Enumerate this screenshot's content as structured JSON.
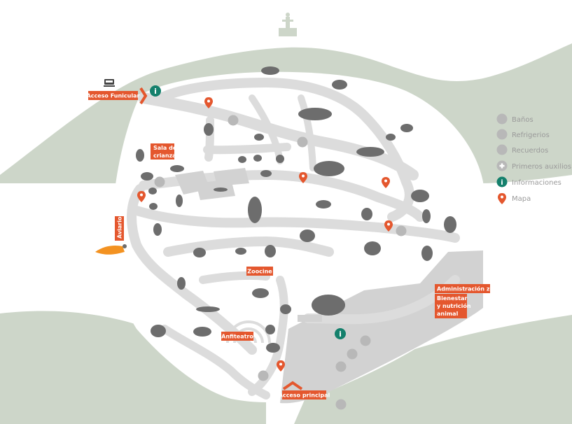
{
  "colors": {
    "hill": "#cdd6c9",
    "road": "#dcdcdc",
    "building": "#d2d2d2",
    "animal": "#6d6d6d",
    "accent": "#e4572e",
    "info": "#14806c",
    "service": "#b8b8b8"
  },
  "labels": {
    "funicular": "Acceso Funicular",
    "sala1": "Sala de",
    "sala2": "crianza",
    "aviario": "Aviario",
    "zoocine": "Zoocine",
    "anfiteatro": "Anfiteatro",
    "admin1": "Administración zoo",
    "admin2": "Bienestar",
    "admin3": "y nutrición",
    "admin4": "animal",
    "principal": "Acceso principal"
  },
  "legend": [
    {
      "label": "Baños",
      "icon": "restroom-icon"
    },
    {
      "label": "Refrigerios",
      "icon": "snack-icon"
    },
    {
      "label": "Recuerdos",
      "icon": "gift-icon"
    },
    {
      "label": "Primeros auxilios",
      "icon": "first-aid-icon"
    },
    {
      "label": "Informaciones",
      "icon": "info-icon"
    },
    {
      "label": "Mapa",
      "icon": "map-pin-icon"
    }
  ]
}
